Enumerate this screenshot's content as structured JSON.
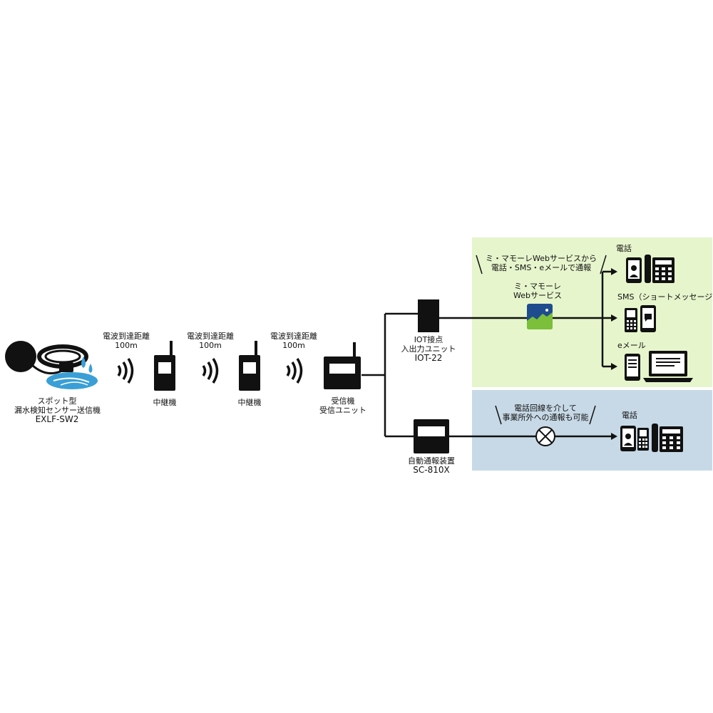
{
  "colors": {
    "green_panel": "#e6f5cc",
    "blue_panel": "#c7d9e6",
    "lines": "#111111",
    "app_icon_blue": "#1e4c8e",
    "app_icon_green": "#7bbf3a",
    "sensor_water": "#3a9fd6"
  },
  "sensor": {
    "icon": "leak-sensor-icon",
    "line1": "スポット型",
    "line2": "漏水検知センサー送信機",
    "model": "EXLF-SW2"
  },
  "waves": [
    {
      "label": "電波到達距離",
      "distance": "100m"
    },
    {
      "label": "電波到達距離",
      "distance": "100m"
    },
    {
      "label": "電波到達距離",
      "distance": "100m"
    }
  ],
  "repeaters": [
    {
      "label": "中継機"
    },
    {
      "label": "中継機"
    }
  ],
  "receiver": {
    "line1": "受信機",
    "line2": "受信ユニット"
  },
  "iot_unit": {
    "line1": "IOT接点",
    "line2": "入出力ユニット",
    "model": "IOT-22"
  },
  "auto_dialer": {
    "line1": "自動通報装置",
    "model": "SC-810X"
  },
  "web_panel": {
    "callout_line1": "ミ・マモーレWebサービスから",
    "callout_line2": "電話・SMS・eメールで通報",
    "service_line1": "ミ・マモーレ",
    "service_line2": "Webサービス",
    "phone_label": "電話",
    "sms_label": "SMS（ショートメッセージ）",
    "email_label": "eメール"
  },
  "phone_panel": {
    "callout_line1": "電話回線を介して",
    "callout_line2": "事業所外への通報も可能",
    "phone_label": "電話"
  }
}
